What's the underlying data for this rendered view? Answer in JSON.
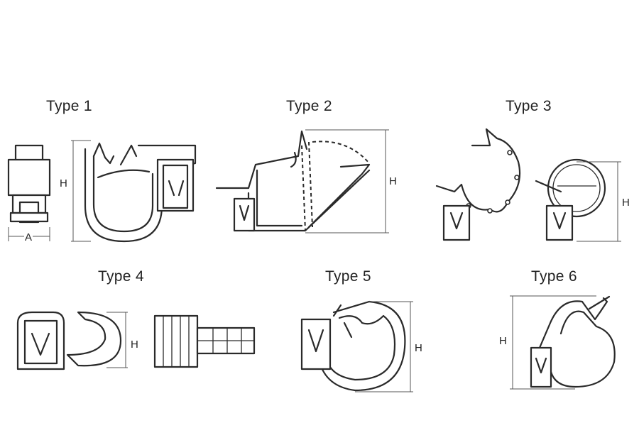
{
  "types": [
    {
      "title": "Type 1",
      "dims": [
        "H",
        "A"
      ]
    },
    {
      "title": "Type 2",
      "dims": [
        "H"
      ]
    },
    {
      "title": "Type 3",
      "dims": [
        "H"
      ]
    },
    {
      "title": "Type 4",
      "dims": [
        "H"
      ]
    },
    {
      "title": "Type 5",
      "dims": [
        "H"
      ]
    },
    {
      "title": "Type 6",
      "dims": [
        "H"
      ]
    }
  ]
}
